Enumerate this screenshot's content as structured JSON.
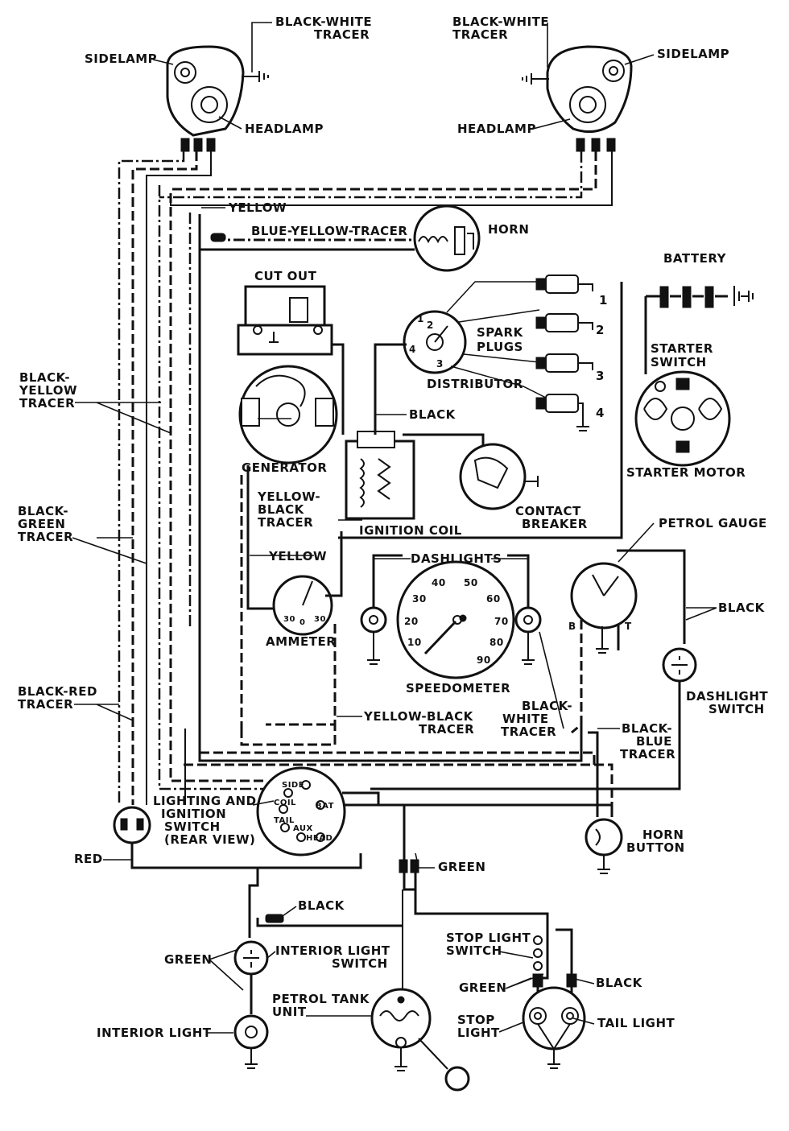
{
  "labels": {
    "bw_tracer_left": [
      "BLACK-WHITE",
      "TRACER"
    ],
    "sidelamp_left": "SIDELAMP",
    "headlamp_left": "HEADLAMP",
    "bw_tracer_right": [
      "BLACK-WHITE",
      "TRACER"
    ],
    "sidelamp_right": "SIDELAMP",
    "headlamp_right": "HEADLAMP",
    "yellow_top": "YELLOW",
    "blue_yellow": "BLUE-YELLOW-TRACER",
    "horn": "HORN",
    "battery": "BATTERY",
    "cut_out": "CUT OUT",
    "spark_plugs": [
      "SPARK",
      "PLUGS"
    ],
    "plug_numbers": [
      "1",
      "2",
      "3",
      "4"
    ],
    "distributor": "DISTRIBUTOR",
    "distributor_terminals": [
      "1",
      "2",
      "3",
      "4"
    ],
    "starter_switch": [
      "STARTER",
      "SWITCH"
    ],
    "starter_motor": "STARTER MOTOR",
    "black_yellow": [
      "BLACK-",
      "YELLOW",
      "TRACER"
    ],
    "black_green": [
      "BLACK-",
      "GREEN",
      "TRACER"
    ],
    "generator": "GENERATOR",
    "black_mid": "BLACK",
    "yellow_black": [
      "YELLOW-",
      "BLACK",
      "TRACER"
    ],
    "ignition_coil": "IGNITION COIL",
    "contact_breaker": [
      "CONTACT",
      "BREAKER"
    ],
    "petrol_gauge": "PETROL GAUGE",
    "yellow_mid": "YELLOW",
    "dashlights": "DASHLIGHTS",
    "ammeter": "AMMETER",
    "ammeter_scale": [
      "30",
      "0",
      "30"
    ],
    "speedometer": "SPEEDOMETER",
    "speedo_scale": [
      "10",
      "20",
      "30",
      "40",
      "50",
      "60",
      "70",
      "80",
      "90"
    ],
    "gauge_terminals": [
      "B",
      "T"
    ],
    "black_right": "BLACK",
    "dashlight_switch": [
      "DASHLIGHT",
      "SWITCH"
    ],
    "black_red": [
      "BLACK-RED",
      "TRACER"
    ],
    "yellow_black_lower": [
      "YELLOW-BLACK",
      "TRACER"
    ],
    "bw_tracer_mid": [
      "BLACK-",
      "WHITE",
      "TRACER"
    ],
    "black_blue": [
      "BLACK-",
      "BLUE",
      "TRACER"
    ],
    "lighting_switch": [
      "LIGHTING AND",
      "IGNITION",
      "SWITCH",
      "(REAR VIEW)"
    ],
    "switch_terminals": [
      "SIDE",
      "COIL",
      "TAIL",
      "AUX",
      "HEAD",
      "BAT"
    ],
    "red": "RED",
    "horn_button": [
      "HORN",
      "BUTTON"
    ],
    "green_mid": "GREEN",
    "black_lower": "BLACK",
    "stop_light_switch": [
      "STOP LIGHT",
      "SWITCH"
    ],
    "green_left": "GREEN",
    "interior_light_switch": [
      "INTERIOR LIGHT",
      "SWITCH"
    ],
    "green_right": "GREEN",
    "black_tail": "BLACK",
    "petrol_tank": [
      "PETROL TANK",
      "UNIT"
    ],
    "interior_light": "INTERIOR LIGHT",
    "stop_light": [
      "STOP",
      "LIGHT"
    ],
    "tail_light": "TAIL LIGHT"
  }
}
